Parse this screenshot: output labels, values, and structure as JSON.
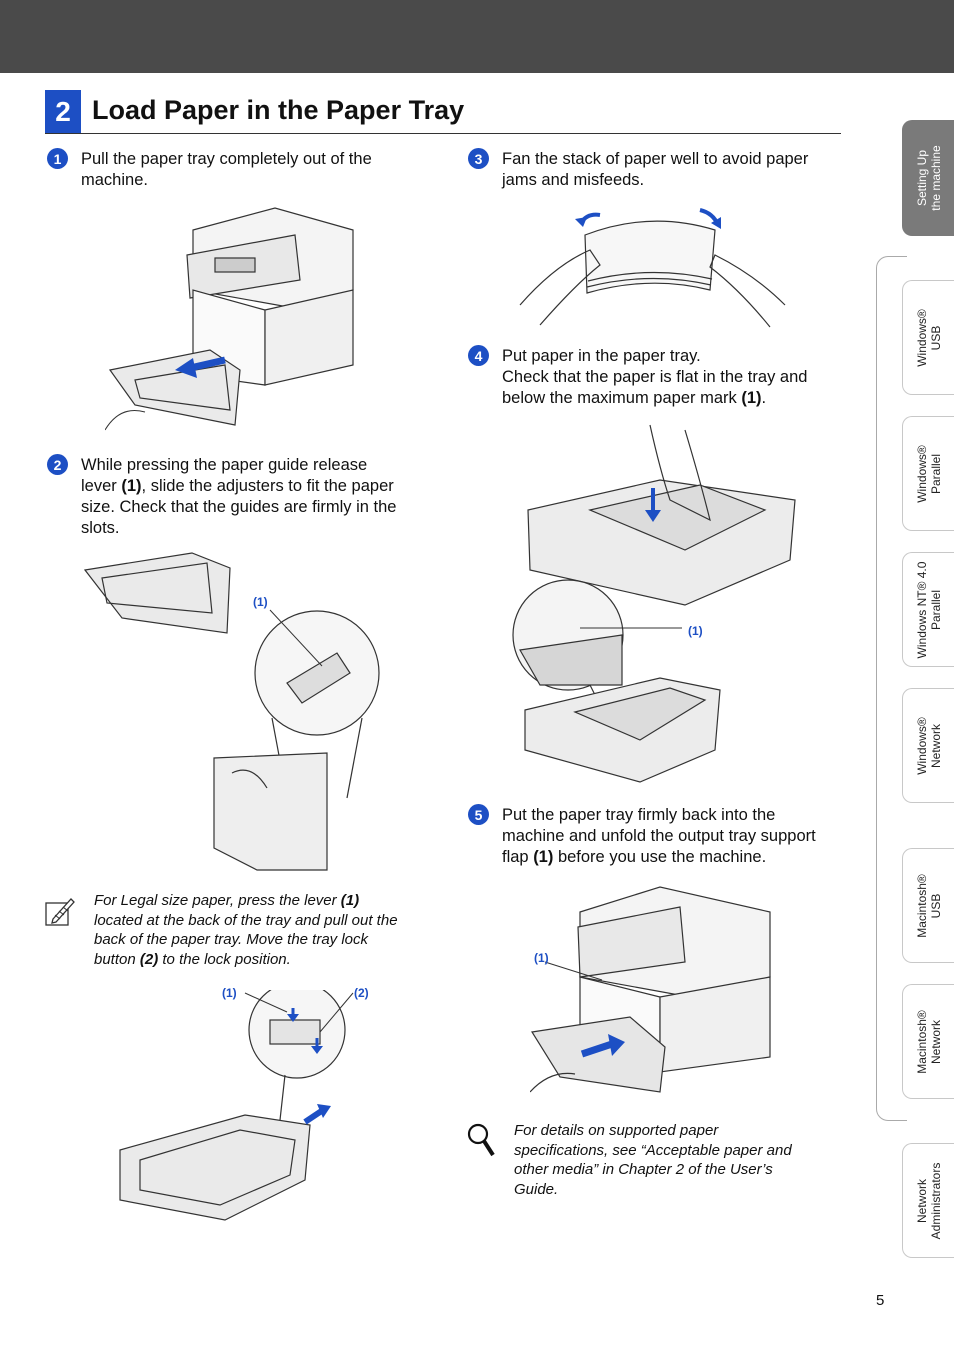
{
  "section": {
    "number": "2",
    "title": "Load Paper in the Paper Tray"
  },
  "steps": [
    {
      "badge": "1",
      "lines": [
        "Pull the paper tray completely out of the",
        "machine."
      ]
    },
    {
      "badge": "2",
      "lines": [
        "While pressing the paper guide release",
        "lever (1), slide the adjusters to fit the paper",
        "size. Check that the guides are firmly in the",
        "slots."
      ]
    },
    {
      "badge": "3",
      "lines": [
        "Fan the stack of paper well to avoid paper",
        "jams and misfeeds."
      ]
    },
    {
      "badge": "4",
      "lines": [
        "Put paper in the paper tray.",
        "Check that the paper is flat in the tray and",
        "below the maximum paper mark (1)."
      ]
    },
    {
      "badge": "5",
      "lines": [
        "Put the paper tray firmly back into the",
        "machine and unfold the output tray support",
        "flap (1) before you use the machine."
      ]
    }
  ],
  "notes": {
    "legal": [
      "For Legal size paper, press the lever (1)",
      "located at the back of the tray and pull out the",
      "back of the paper tray. Move the tray lock",
      "button (2) to the lock position."
    ],
    "details": [
      "For details on supported paper",
      "specifications, see “Acceptable paper and",
      "other media” in Chapter 2 of the User’s",
      "Guide."
    ]
  },
  "callouts": {
    "lever": "(1)",
    "max_mark": "(1)",
    "flap": "(1)",
    "legal_lever": "(1)",
    "lock_button": "(2)"
  },
  "side_tabs": [
    {
      "line1": "Setting Up",
      "line2": "the machine",
      "active": true
    },
    {
      "line1": "Windows®",
      "line2": "USB",
      "active": false
    },
    {
      "line1": "Windows®",
      "line2": "Parallel",
      "active": false
    },
    {
      "line1": "Windows NT® 4.0",
      "line2": "Parallel",
      "active": false
    },
    {
      "line1": "Windows®",
      "line2": "Network",
      "active": false
    },
    {
      "line1": "Macintosh®",
      "line2": "USB",
      "active": false
    },
    {
      "line1": "Macintosh®",
      "line2": "Network",
      "active": false
    },
    {
      "line1": "Network",
      "line2": "Administrators",
      "active": false
    }
  ],
  "page_number": "5",
  "colors": {
    "accent": "#1d4fc4",
    "header": "#4a4a4a",
    "active_tab": "#7a7a7a"
  }
}
